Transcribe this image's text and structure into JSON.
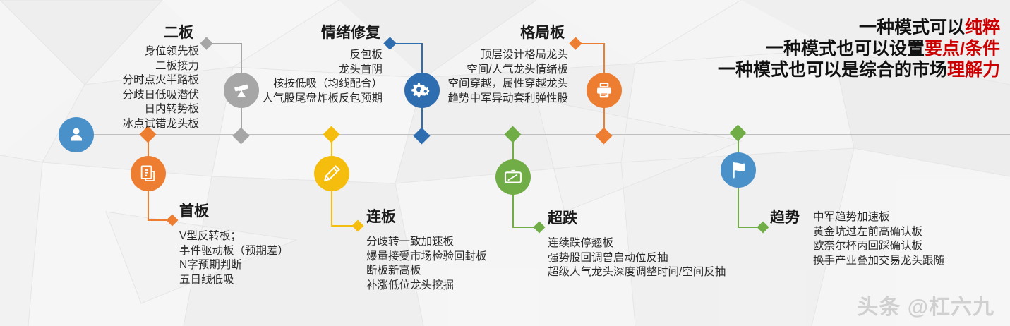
{
  "headline": {
    "line1_plain": "一种模式可以",
    "line1_accent": "纯粹",
    "line2_plain": "一种模式也可以设置",
    "line2_accent": "要点/条件",
    "line3_plain": "一种模式也可以是综合的市场",
    "line3_accent": "理解力",
    "accent_color": "#cc0000"
  },
  "watermark": "头条 @杠六九",
  "timeline": {
    "start_icon": "person-icon",
    "start_color": "#4a90c9"
  },
  "nodes": [
    {
      "id": "erban",
      "title": "二板",
      "icon": "telescope-icon",
      "color": "#a6a6a6",
      "side": "top",
      "align": "right",
      "lines": [
        "身位领先板",
        "二板接力",
        "分时点火半路板",
        "分歧日低吸潜伏",
        "日内转势板",
        "冰点试错龙头板"
      ]
    },
    {
      "id": "shouban",
      "title": "首板",
      "icon": "document-icon",
      "color": "#ed7d31",
      "side": "bottom",
      "align": "left",
      "lines": [
        "V型反转板；",
        " 事件驱动板（预期差）",
        "N字预期判断",
        "五日线低吸"
      ]
    },
    {
      "id": "qingxu",
      "title": "情绪修复",
      "icon": "gears-icon",
      "color": "#2e6daf",
      "side": "top",
      "align": "right",
      "lines": [
        "反包板",
        "龙头首阴",
        "核按低吸（均线配合）",
        "人气股尾盘炸板反包预期"
      ]
    },
    {
      "id": "lianban",
      "title": "连板",
      "icon": "pencil-icon",
      "color": "#f5bd0e",
      "side": "bottom",
      "align": "left",
      "lines": [
        "分歧转一致加速板",
        "爆量接受市场检验回封板",
        "断板新高板",
        "补涨低位龙头挖掘"
      ]
    },
    {
      "id": "geju",
      "title": "格局板",
      "icon": "printer-icon",
      "color": "#ed7d31",
      "side": "top",
      "align": "right",
      "lines": [
        "顶层设计格局龙头",
        "空间/人气龙头情绪板",
        "空间穿越，属性穿越龙头",
        "趋势中军异动套利弹性股"
      ]
    },
    {
      "id": "chaodie",
      "title": "超跌",
      "icon": "picture-icon",
      "color": "#70ad47",
      "side": "bottom",
      "align": "left",
      "lines": [
        "连续跌停翘板",
        "强势股回调曾启动位反抽",
        "超级人气龙头深度调整时间/空间反抽"
      ]
    },
    {
      "id": "qushi",
      "title": "趋势",
      "icon": "flag-icon",
      "color": "#4a90c9",
      "connector_color": "#70ad47",
      "side": "bottom",
      "align": "left",
      "lines": [
        "中军趋势加速板",
        "黄金坑过左前高确认板",
        "欧奈尔杯丙回踩确认板",
        "换手产业叠加交易龙头跟随"
      ]
    }
  ]
}
